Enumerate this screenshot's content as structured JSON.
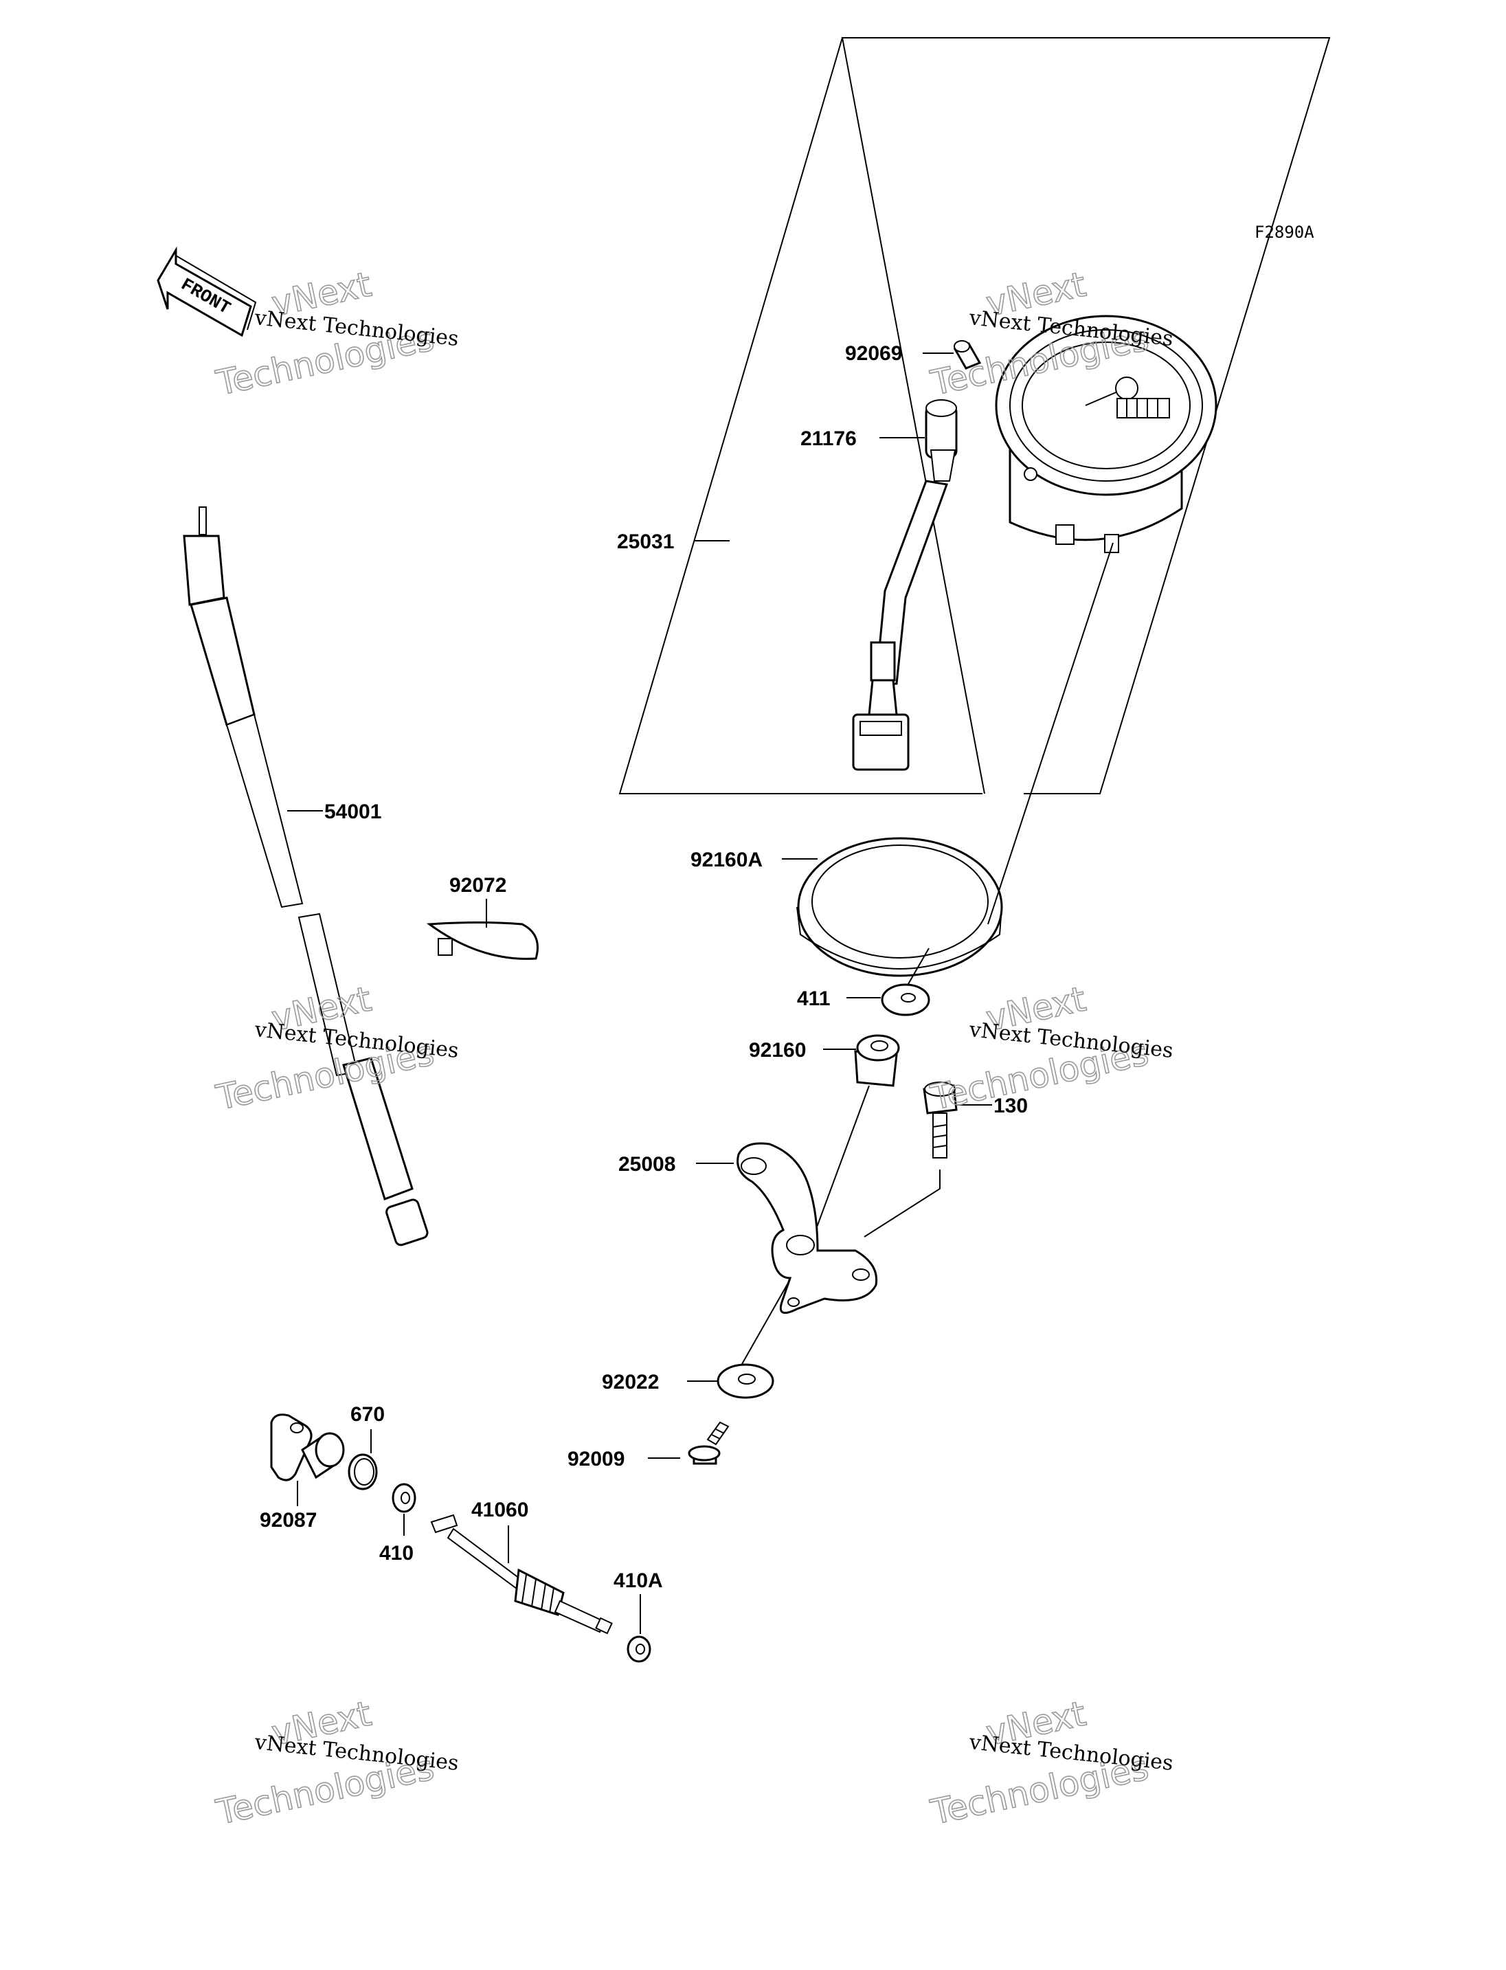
{
  "diagram": {
    "ref_code": "F2890A",
    "front_arrow_text": "FRONT",
    "watermark_small": "vNext Technologies",
    "watermark_big_line1": "vNext",
    "watermark_big_line2": "Technologies",
    "labels": {
      "p92069": "92069",
      "p21176": "21176",
      "p25031": "25031",
      "p54001": "54001",
      "p92072": "92072",
      "p92160A": "92160A",
      "p411": "411",
      "p92160": "92160",
      "p130": "130",
      "p25008": "25008",
      "p92022": "92022",
      "p92009": "92009",
      "p670": "670",
      "p92087": "92087",
      "p41060": "41060",
      "p410": "410",
      "p410A": "410A"
    }
  }
}
